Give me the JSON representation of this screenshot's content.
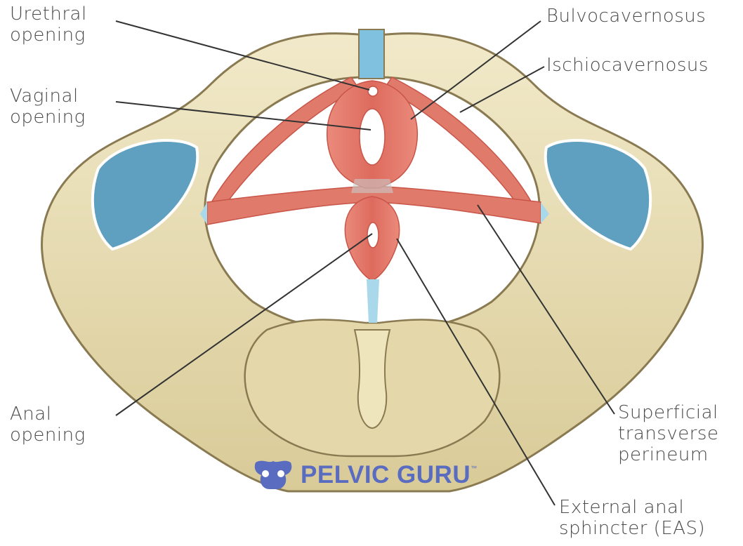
{
  "labels": {
    "urethral": [
      "Urethral",
      "opening"
    ],
    "vaginal": [
      "Vaginal",
      "opening"
    ],
    "anal": [
      "Anal",
      "opening"
    ],
    "bulbo": [
      "Bulvocavernosus"
    ],
    "ischio": [
      "Ischiocavernosus"
    ],
    "superficial": [
      "Superficial",
      "transverse",
      "perineum"
    ],
    "eas": [
      "External anal",
      "sphincter (EAS)"
    ]
  },
  "logo": {
    "text": "PELVIC GURU",
    "tm": "™"
  },
  "colors": {
    "bone": "#e9dfb9",
    "bone_shadow": "#c7b98a",
    "bone_outline": "#8a7a52",
    "cartilage": "#5f9fbf",
    "muscle": "#e2786a",
    "muscle_dark": "#c85548",
    "tendon": "#a9d8ea",
    "leader": "#333333",
    "logo": "#5a6cc0"
  }
}
